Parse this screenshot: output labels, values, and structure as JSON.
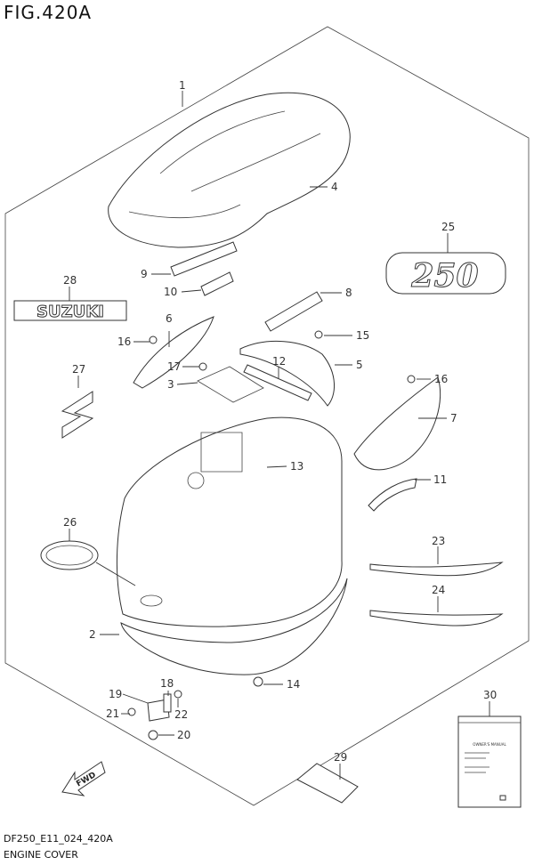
{
  "figure": {
    "title": "FIG.420A",
    "code": "DF250_E11_024_420A",
    "name": "ENGINE COVER"
  },
  "decal_250_text": "250",
  "decal_suzuki_text": "SUZUKI",
  "fwd_text": "FWD",
  "callouts": [
    {
      "num": "1"
    },
    {
      "num": "2"
    },
    {
      "num": "3"
    },
    {
      "num": "4"
    },
    {
      "num": "5"
    },
    {
      "num": "6"
    },
    {
      "num": "7"
    },
    {
      "num": "8"
    },
    {
      "num": "9"
    },
    {
      "num": "10"
    },
    {
      "num": "11"
    },
    {
      "num": "12"
    },
    {
      "num": "13"
    },
    {
      "num": "14"
    },
    {
      "num": "15"
    },
    {
      "num": "16"
    },
    {
      "num": "16"
    },
    {
      "num": "17"
    },
    {
      "num": "18"
    },
    {
      "num": "19"
    },
    {
      "num": "20"
    },
    {
      "num": "21"
    },
    {
      "num": "22"
    },
    {
      "num": "23"
    },
    {
      "num": "24"
    },
    {
      "num": "25"
    },
    {
      "num": "26"
    },
    {
      "num": "27"
    },
    {
      "num": "28"
    },
    {
      "num": "29"
    },
    {
      "num": "30"
    }
  ],
  "manual": {
    "heading": "OWNER'S MANUAL"
  }
}
